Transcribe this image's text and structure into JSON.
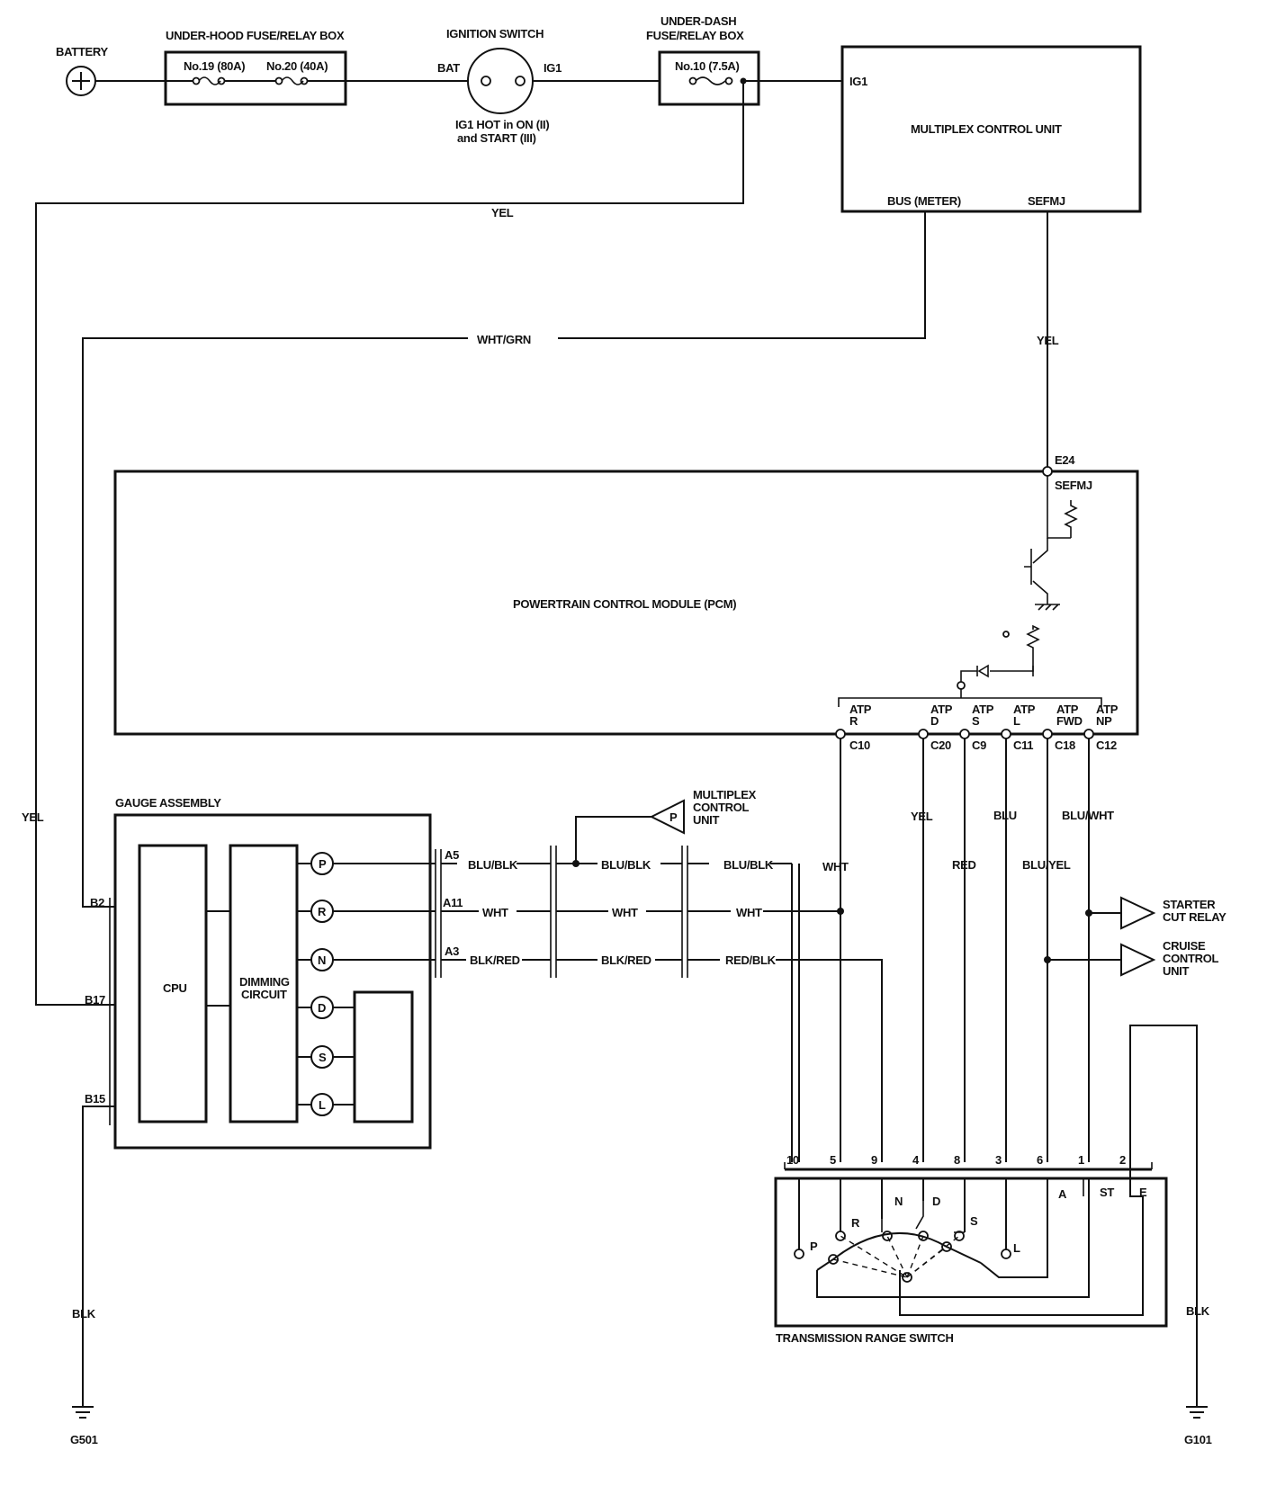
{
  "labels": {
    "battery": "BATTERY",
    "underhood_box": "UNDER-HOOD FUSE/RELAY BOX",
    "fuse19": "No.19 (80A)",
    "fuse20": "No.20 (40A)",
    "ignition_switch": "IGNITION SWITCH",
    "bat": "BAT",
    "ig1": "IG1",
    "ig1_hot_1": "IG1 HOT in ON (II)",
    "ig1_hot_2": "and START (III)",
    "underdash_1": "UNDER-DASH",
    "underdash_2": "FUSE/RELAY BOX",
    "fuse10": "No.10 (7.5A)",
    "mcu_ig1": "IG1",
    "mcu": "MULTIPLEX CONTROL UNIT",
    "mcu_bus": "BUS (METER)",
    "mcu_sefmj": "SEFMJ",
    "pcm": "POWERTRAIN CONTROL MODULE (PCM)",
    "e24": "E24",
    "pcm_sefmj": "SEFMJ",
    "atp": "ATP",
    "atp_r": "R",
    "atp_d": "D",
    "atp_s": "S",
    "atp_l": "L",
    "atp_fwd": "FWD",
    "atp_np": "NP",
    "c10": "C10",
    "c20": "C20",
    "c9": "C9",
    "c11": "C11",
    "c18": "C18",
    "c12": "C12",
    "gauge_assembly": "GAUGE ASSEMBLY",
    "cpu": "CPU",
    "dimming_1": "DIMMING",
    "dimming_2": "CIRCUIT",
    "ind_p": "P",
    "ind_r": "R",
    "ind_n": "N",
    "ind_d": "D",
    "ind_s": "S",
    "ind_l": "L",
    "b2": "B2",
    "b17": "B17",
    "b15": "B15",
    "a5": "A5",
    "a11": "A11",
    "a3": "A3",
    "mcu_ref_p": "P",
    "mcu_ref_1": "MULTIPLEX",
    "mcu_ref_2": "CONTROL",
    "mcu_ref_3": "UNIT",
    "starter_1": "STARTER",
    "starter_2": "CUT RELAY",
    "cruise_1": "CRUISE",
    "cruise_2": "CONTROL",
    "cruise_3": "UNIT",
    "trs": "TRANSMISSION RANGE SWITCH",
    "trs_pin_10": "10",
    "trs_pin_5": "5",
    "trs_pin_9": "9",
    "trs_pin_4": "4",
    "trs_pin_8": "8",
    "trs_pin_3": "3",
    "trs_pin_6": "6",
    "trs_pin_1": "1",
    "trs_pin_2": "2",
    "trs_p": "P",
    "trs_r": "R",
    "trs_n": "N",
    "trs_d": "D",
    "trs_s": "S",
    "trs_l": "L",
    "trs_a": "A",
    "trs_st": "ST",
    "trs_e": "E",
    "g501": "G501",
    "g101": "G101"
  },
  "wires": {
    "yel_top": "YEL",
    "wht_grn": "WHT/GRN",
    "yel_mcu": "YEL",
    "yel_left": "YEL",
    "blu_blk_1": "BLU/BLK",
    "blu_blk_2": "BLU/BLK",
    "blu_blk_3": "BLU/BLK",
    "wht_1": "WHT",
    "wht_2": "WHT",
    "wht_3": "WHT",
    "blk_red_1": "BLK/RED",
    "blk_red_2": "BLK/RED",
    "red_blk": "RED/BLK",
    "wht_vert": "WHT",
    "yel_vert": "YEL",
    "red_vert": "RED",
    "blu_vert": "BLU",
    "blu_yel": "BLU/YEL",
    "blu_wht": "BLU/WHT",
    "blk_left": "BLK",
    "blk_right": "BLK"
  }
}
